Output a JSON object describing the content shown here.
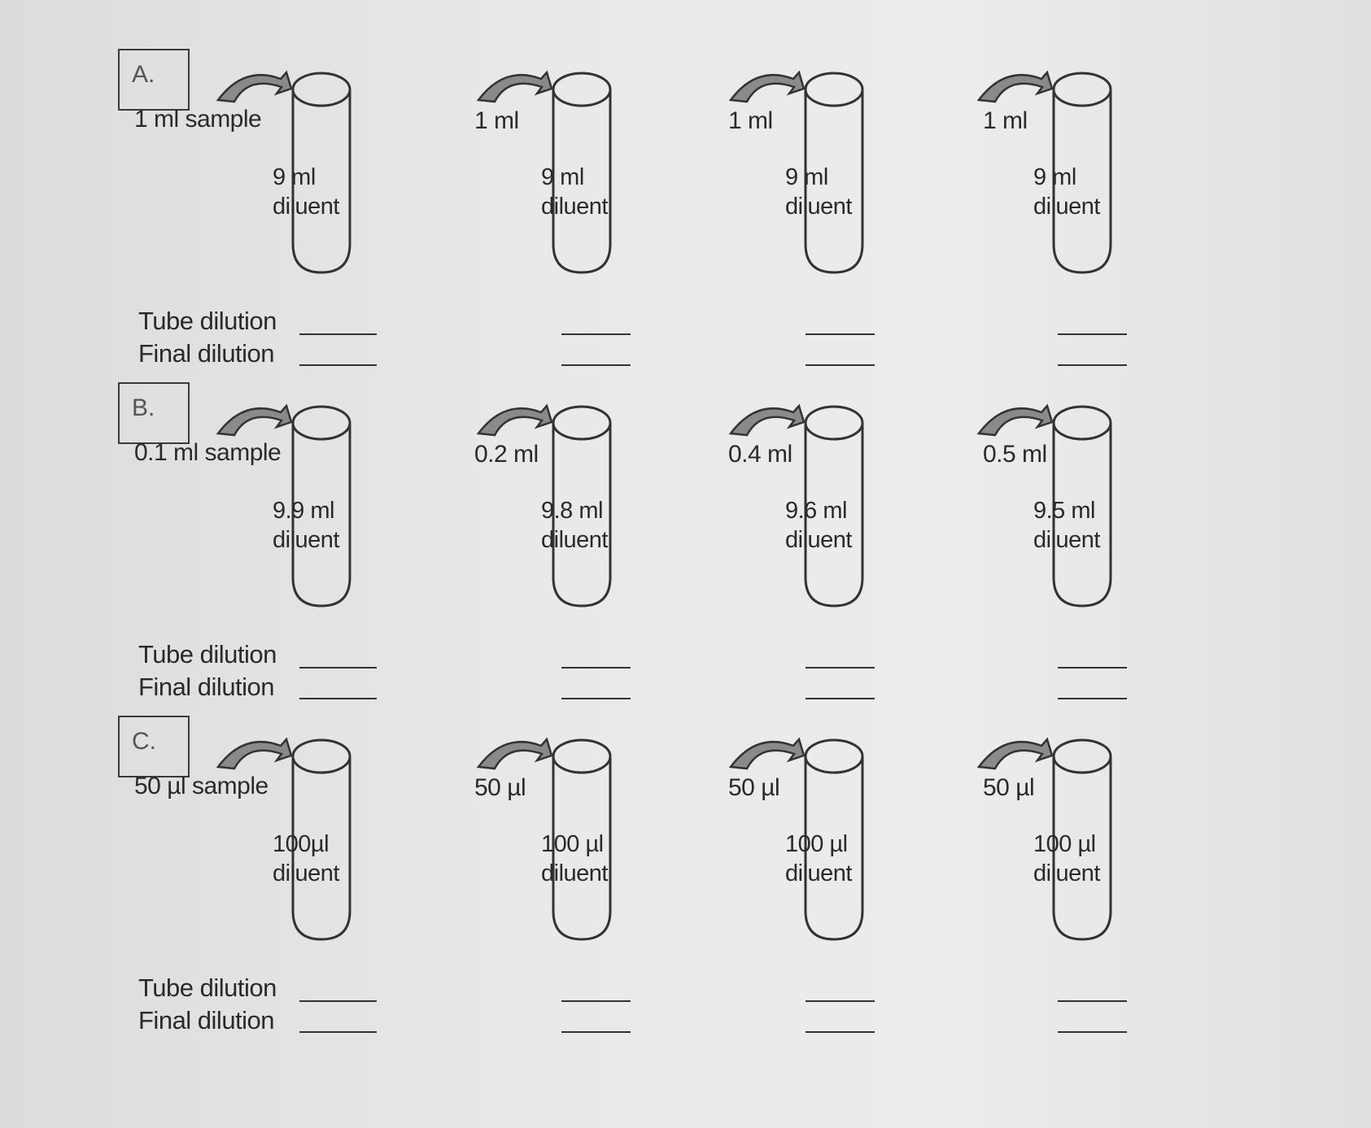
{
  "sections": [
    {
      "letter": "A.",
      "sample_label": "1 ml sample",
      "transfer_labels": [
        "1 ml",
        "1 ml",
        "1 ml"
      ],
      "tubes": [
        {
          "volume": "9 ml",
          "word": "diluent"
        },
        {
          "volume": "9 ml",
          "word": "diluent"
        },
        {
          "volume": "9 ml",
          "word": "diluent"
        },
        {
          "volume": "9 ml",
          "word": "diluent"
        }
      ]
    },
    {
      "letter": "B.",
      "sample_label": "0.1 ml sample",
      "transfer_labels": [
        "0.2 ml",
        "0.4 ml",
        "0.5 ml"
      ],
      "tubes": [
        {
          "volume": "9.9 ml",
          "word": "diluent"
        },
        {
          "volume": "9.8 ml",
          "word": "diluent"
        },
        {
          "volume": "9.6 ml",
          "word": "diluent"
        },
        {
          "volume": "9.5 ml",
          "word": "diluent"
        }
      ]
    },
    {
      "letter": "C.",
      "sample_label": "50 µl sample",
      "transfer_labels": [
        "50 µl",
        "50 µl",
        "50 µl"
      ],
      "tubes": [
        {
          "volume": "100µl",
          "word": "diluent"
        },
        {
          "volume": "100 µl",
          "word": "diluent"
        },
        {
          "volume": "100 µl",
          "word": "diluent"
        },
        {
          "volume": "100 µl",
          "word": "diluent"
        }
      ]
    }
  ],
  "row_labels": {
    "tube": "Tube dilution",
    "final": "Final dilution"
  }
}
